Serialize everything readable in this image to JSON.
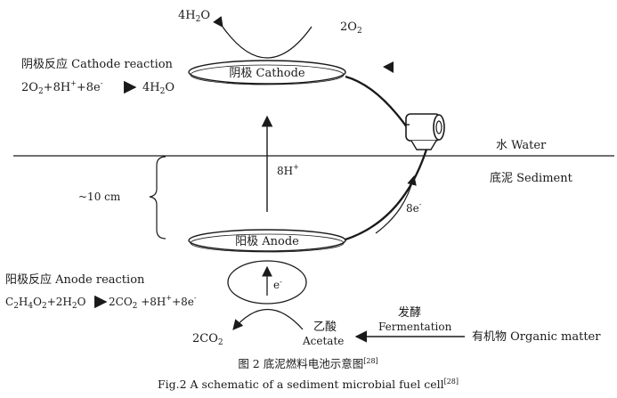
{
  "cathode": {
    "label": "阴极 Cathode",
    "reaction_title": "阴极反应 Cathode reaction",
    "reaction_equation": "2O2+8H++8e- → 4H2O",
    "product": "4H2O",
    "reactant": "2O2"
  },
  "anode": {
    "label": "阳极 Anode",
    "reaction_title": "阳极反应 Anode reaction",
    "reaction_equation": "C2H4O2+2H2O → 2CO2 +8H++8e-",
    "product": "2CO2",
    "electron": "e-"
  },
  "layers": {
    "water": "水  Water",
    "sediment": "底泥  Sediment",
    "depth": "~10 cm"
  },
  "flows": {
    "proton": "8H+",
    "electrons": "8e-"
  },
  "substrate": {
    "acetate_cn": "乙酸",
    "acetate_en": "Acetate",
    "fermentation_cn": "发酵",
    "fermentation_en": "Fermentation",
    "organic_matter": "有机物  Organic matter"
  },
  "caption": {
    "cn": "图 2  底泥燃料电池示意图[28]",
    "en": "Fig.2   A schematic of a sediment microbial fuel cell[28]"
  },
  "colors": {
    "ink": "#1a1a1a",
    "electrode_fill": "#ffffff"
  }
}
